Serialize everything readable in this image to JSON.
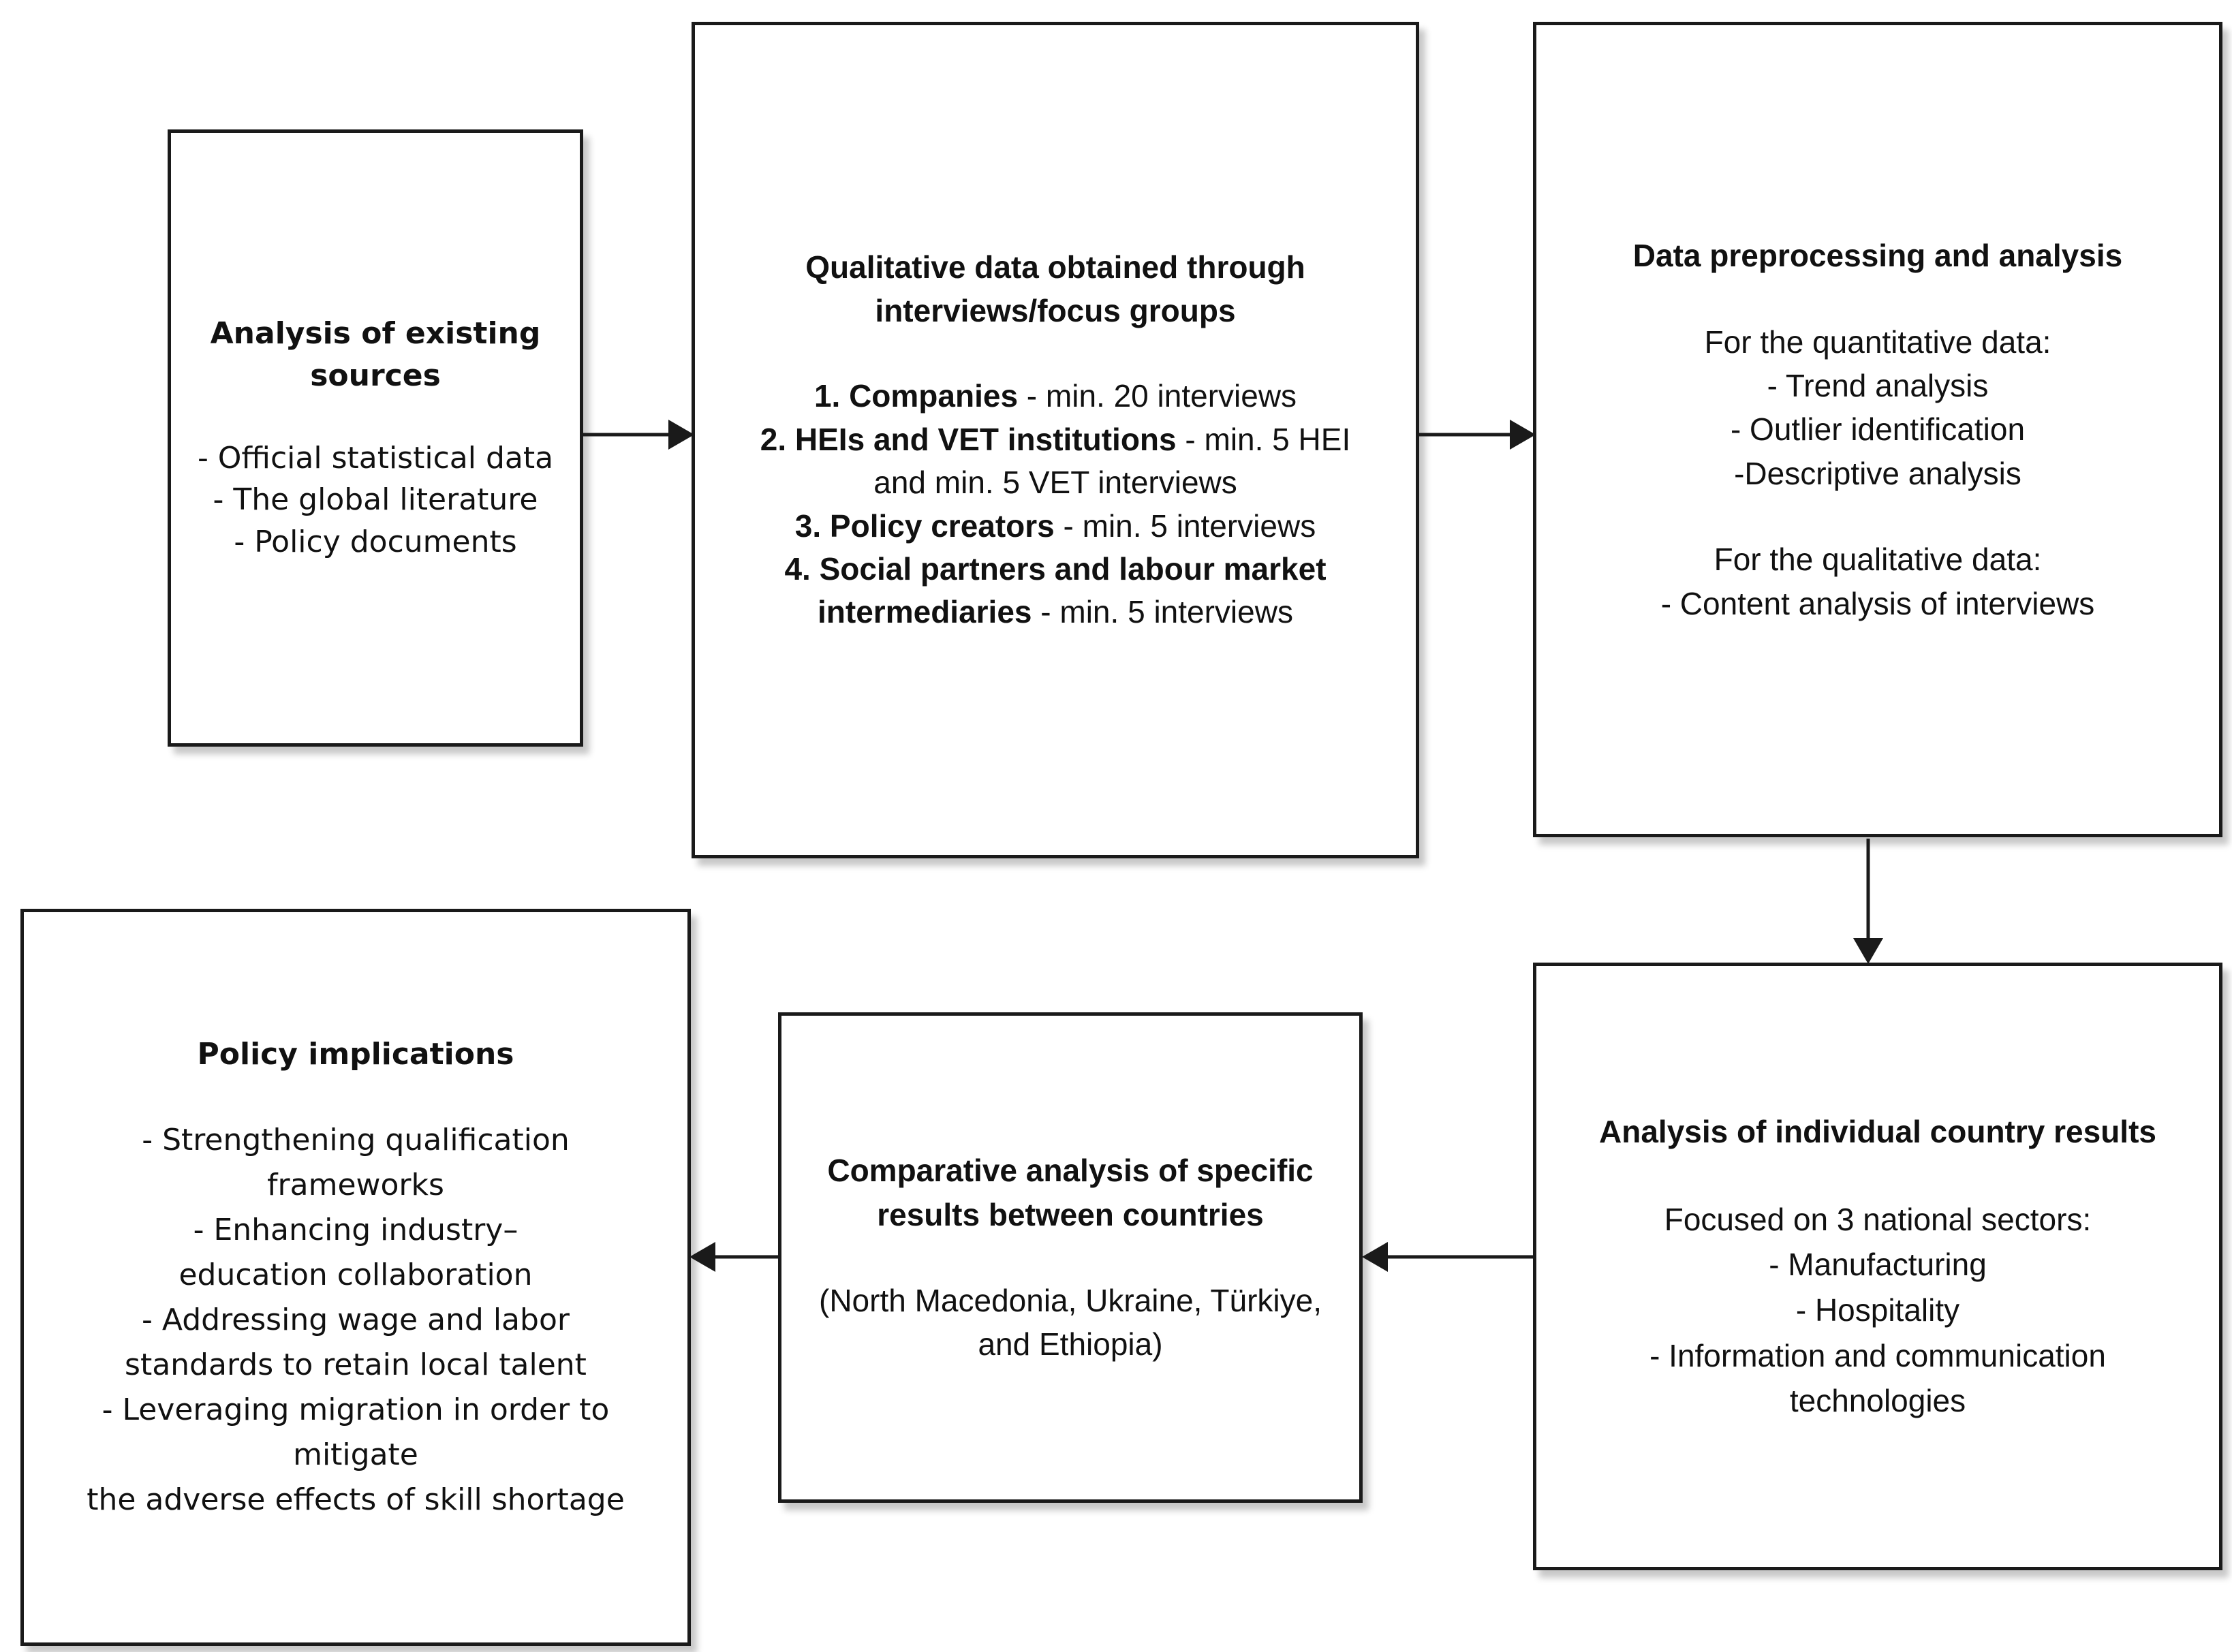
{
  "page": {
    "background": "#ffffff",
    "text_color": "#111111",
    "border_color": "#1a1a1a"
  },
  "boxes": {
    "existing_sources": {
      "title_lines": [
        "Analysis of existing",
        "sources"
      ],
      "body_lines": [
        "- Official statistical data",
        "- The global literature",
        "- Policy documents"
      ]
    },
    "qualitative_data": {
      "title_lines": [
        "Qualitative data obtained through",
        "interviews/focus groups"
      ],
      "items": [
        {
          "bold": "1. Companies",
          "rest": " - min. 20 interviews"
        },
        {
          "bold": "2. HEIs and VET institutions",
          "rest": " - min. 5 HEI"
        },
        {
          "bold": "",
          "rest": "and min. 5 VET interviews"
        },
        {
          "bold": "3. Policy creators",
          "rest": " - min. 5 interviews"
        },
        {
          "bold": "4. Social partners and labour market",
          "rest": ""
        },
        {
          "bold": "intermediaries",
          "rest": " - min. 5 interviews"
        }
      ]
    },
    "preprocessing": {
      "title_lines": [
        "Data preprocessing and analysis"
      ],
      "quantitative_lines": [
        "For the quantitative data:",
        "- Trend analysis",
        "- Outlier identification",
        "-Descriptive analysis"
      ],
      "qualitative_lines": [
        "For the qualitative data:",
        "- Content analysis of interviews"
      ]
    },
    "policy_implications": {
      "title_lines": [
        "Policy implications"
      ],
      "body_lines": [
        "- Strengthening qualification",
        "frameworks",
        "- Enhancing industry–",
        "education collaboration",
        "- Addressing wage and labor",
        "standards to retain local talent",
        "- Leveraging migration in order to",
        "mitigate",
        "the adverse effects of skill shortage"
      ]
    },
    "comparative": {
      "title_lines": [
        "Comparative analysis of specific",
        "results between countries"
      ],
      "body_lines": [
        "(North Macedonia, Ukraine, Türkiye,",
        "and Ethiopia)"
      ]
    },
    "country_results": {
      "title_lines": [
        "Analysis of individual country results"
      ],
      "body_lines": [
        "Focused on 3 national sectors:",
        "- Manufacturing",
        "- Hospitality",
        "- Information and communication",
        "technologies"
      ]
    }
  }
}
